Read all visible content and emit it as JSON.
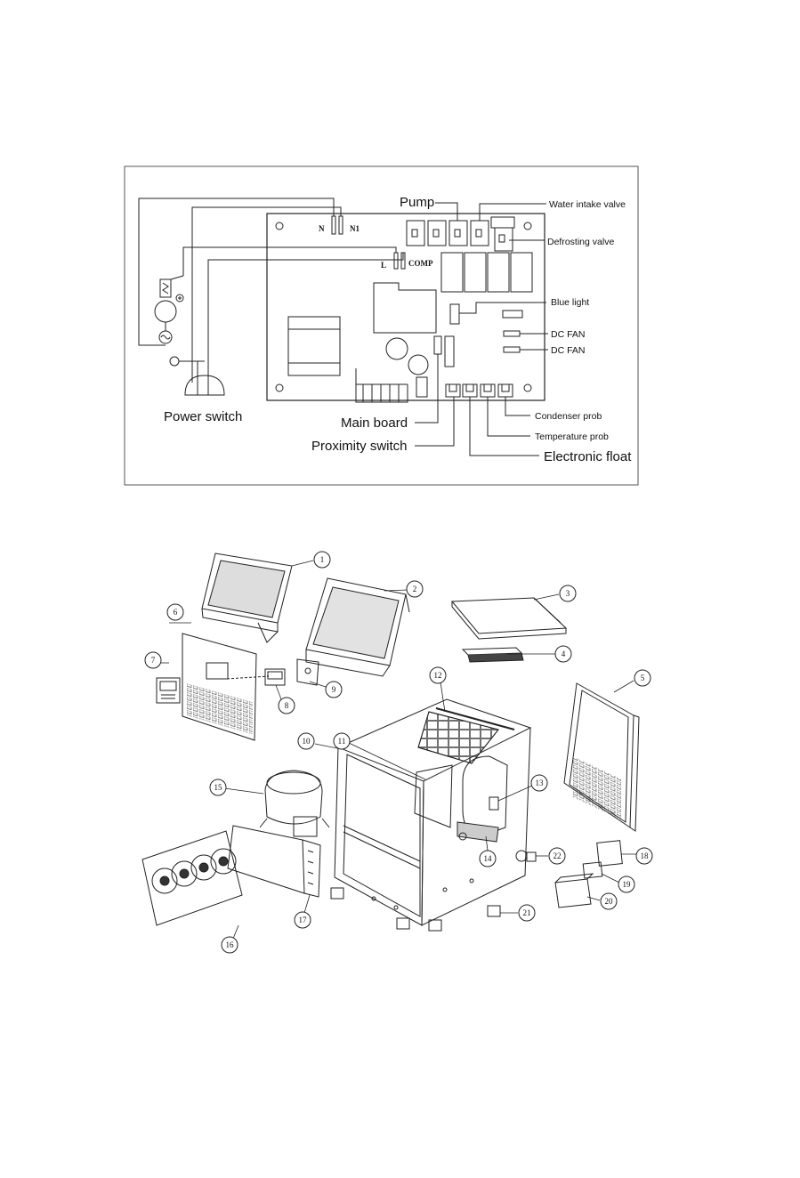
{
  "wiring": {
    "pins": {
      "n": "N",
      "n1": "N1",
      "l": "L",
      "comp": "COMP"
    },
    "labels": {
      "pump": "Pump",
      "water_intake_valve": "Water intake valve",
      "defrosting_valve": "Defrosting valve",
      "blue_light": "Blue light",
      "dc_fan_1": "DC FAN",
      "dc_fan_2": "DC FAN",
      "condenser_prob": "Condenser prob",
      "temperature_prob": "Temperature prob",
      "electronic_float": "Electronic float",
      "main_board": "Main board",
      "proximity_switch": "Proximity switch",
      "power_switch": "Power switch"
    }
  },
  "exploded": {
    "callouts": [
      "1",
      "2",
      "3",
      "4",
      "5",
      "6",
      "7",
      "8",
      "9",
      "10",
      "11",
      "12",
      "13",
      "14",
      "15",
      "16",
      "17",
      "18",
      "19",
      "20",
      "21",
      "22"
    ]
  }
}
